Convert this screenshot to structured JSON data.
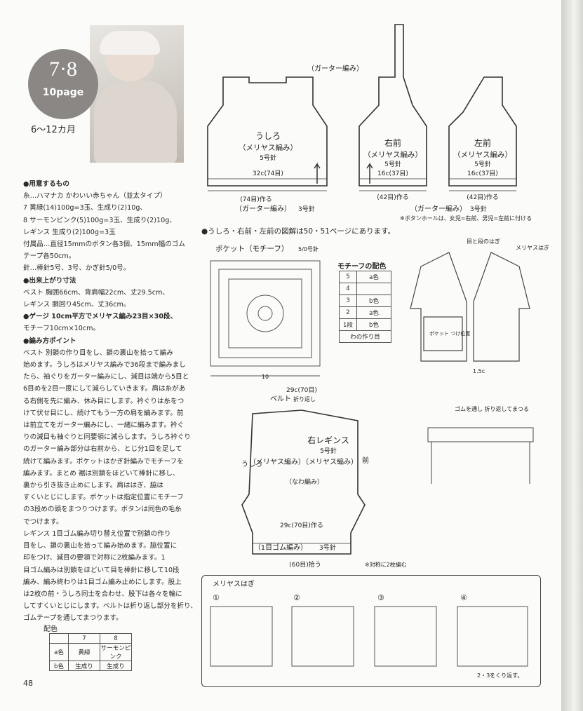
{
  "header": {
    "number": "7·8",
    "page_ref": "10page",
    "age": "6〜12カ月"
  },
  "materials": [
    {
      "h": true,
      "t": "●用意するもの"
    },
    {
      "t": "糸…ハマナカ かわいい赤ちゃん（並太タイプ）"
    },
    {
      "t": "7 黄緑(14)100g=3玉、生成り(2)10g、"
    },
    {
      "t": "8 サーモンピンク(5)100g=3玉、生成り(2)10g、"
    },
    {
      "t": "レギンス 生成り(2)100g=3玉"
    },
    {
      "t": "付属品…直径15mmのボタン各3個、15mm幅のゴム"
    },
    {
      "t": "テープ各50cm。"
    },
    {
      "t": "針…棒針5号、3号、かぎ針5/0号。"
    },
    {
      "h": true,
      "t": "●出来上がり寸法"
    },
    {
      "t": "ベスト 胸囲66cm、背肩幅22cm、丈29.5cm、"
    },
    {
      "t": "レギンス 胴回り45cm、丈36cm。"
    },
    {
      "h": true,
      "t": "●ゲージ 10cm平方でメリヤス編み23目×30段、"
    },
    {
      "t": "モチーフ10cm×10cm。"
    },
    {
      "h": true,
      "t": "●編み方ポイント"
    },
    {
      "t": "ベスト 別鎖の作り目をし、鎖の裏山を拾って編み"
    },
    {
      "t": "始めます。うしろはメリヤス編みで36段まで編みまし"
    },
    {
      "t": "たら、袖ぐりをガーター編みにし、減目は端から5目と"
    },
    {
      "t": "6目めを2目一度にして減らしていきます。肩は糸があ"
    },
    {
      "t": "る右側を先に編み、休み目にします。衿ぐりは糸をつ"
    },
    {
      "t": "けて伏せ目にし、続けてもう一方の肩を編みます。前"
    },
    {
      "t": "は前立てをガーター編みにし、一緒に編みます。衿ぐ"
    },
    {
      "t": "りの減目も袖ぐりと同要領に減らします。うしろ衿ぐり"
    },
    {
      "t": "のガーター編み部分は右前から、とじ分1目を足して"
    },
    {
      "t": "続けて編みます。ポケットはかぎ針編みでモチーフを"
    },
    {
      "t": "編みます。まとめ 裾は別鎖をほどいて棒針に移し、"
    },
    {
      "t": "裏から引き抜き止めにします。肩ははぎ、脇は"
    },
    {
      "t": "すくいとじにします。ポケットは指定位置にモチーフ"
    },
    {
      "t": "の3段めの頭をまつりつけます。ボタンは同色の毛糸"
    },
    {
      "t": "でつけます。"
    },
    {
      "t": "レギンス 1目ゴム編み切り替え位置で別鎖の作り"
    },
    {
      "t": "目をし、鎖の裏山を拾って編み始めます。脇位置に"
    },
    {
      "t": "印をつけ、減目の要領で対称に2枚編みます。1"
    },
    {
      "t": "目ゴム編みは別鎖をほどいて目を棒針に移して10段"
    },
    {
      "t": "編み、編み終わりは1目ゴム編み止めにします。股上"
    },
    {
      "t": "は2枚の前・うしろ同士を合わせ、股下は各々を輪に"
    },
    {
      "t": "してすくいとじにします。ベルトは折り返し部分を折り、"
    },
    {
      "t": "ゴムテープを通してまつります。"
    }
  ],
  "color_table": {
    "title": "配色",
    "cols": [
      "",
      "7",
      "8"
    ],
    "rows": [
      [
        "a色",
        "黄緑",
        "サーモンピンク"
      ],
      [
        "b色",
        "生成り",
        "生成り"
      ]
    ]
  },
  "page_number": "48",
  "schematic": {
    "back_title": "うしろ",
    "back_stitch": "（メリヤス編み）",
    "back_needle": "5号針",
    "rf_title": "右前",
    "rf_stitch": "（メリヤス編み）",
    "rf_needle": "5号針",
    "lf_title": "左前",
    "lf_stitch": "（メリヤス編み）",
    "lf_needle": "5号針",
    "garter_top": "（ガーター編み）",
    "garter_bottom": "（ガーター編み）",
    "needle3": "3号針",
    "back_width": "32c(74目)",
    "front_width": "16c(37目)",
    "cast_back": "(74目)作る",
    "cast_front": "(42目)作る",
    "cast_front2": "(42目)作る",
    "buttonhole_note": "※ボタンホールは、女児=右前、男児=左前に付ける"
  },
  "note": "●うしろ・右前・左前の図解は50・51ページにあります。",
  "pocket": {
    "title": "ポケット（モチーフ）",
    "needle": "5/0号針",
    "width": "10"
  },
  "motif_colors": {
    "title": "モチーフの配色",
    "rows": [
      [
        "5",
        "a色"
      ],
      [
        "4",
        ""
      ],
      [
        "3",
        "b色"
      ],
      [
        "2",
        "a色"
      ],
      [
        "1段",
        "b色"
      ]
    ],
    "footer": "わの作り目"
  },
  "vest": {
    "pocket_label": "ポケット つけ位置",
    "seam1": "目と段のはぎ",
    "seam2": "メリヤスはぎ",
    "dim": "1.5c"
  },
  "leggings": {
    "title": "右レギンス",
    "needle": "5号針",
    "back": "うしろ",
    "front": "前",
    "stitch1": "（メリヤス編み）",
    "stitch2": "（なわ編み）",
    "stitch3": "（メリヤス編み）",
    "belt": "ベルト",
    "fold": "折り返し",
    "top_width": "29c(70目)",
    "mid_width": "29c(70目)作る",
    "rib": "（1目ゴム編み）",
    "rib_needle": "3号針",
    "pickup": "(60目)拾う",
    "sym": "※対称に2枚編む",
    "elastic": "ゴムを通し 折り返してまつる"
  },
  "meriyasu": {
    "title": "メリヤスはぎ",
    "steps": [
      "①",
      "②",
      "③",
      "④"
    ],
    "caption": "2・3をくり返す。"
  }
}
